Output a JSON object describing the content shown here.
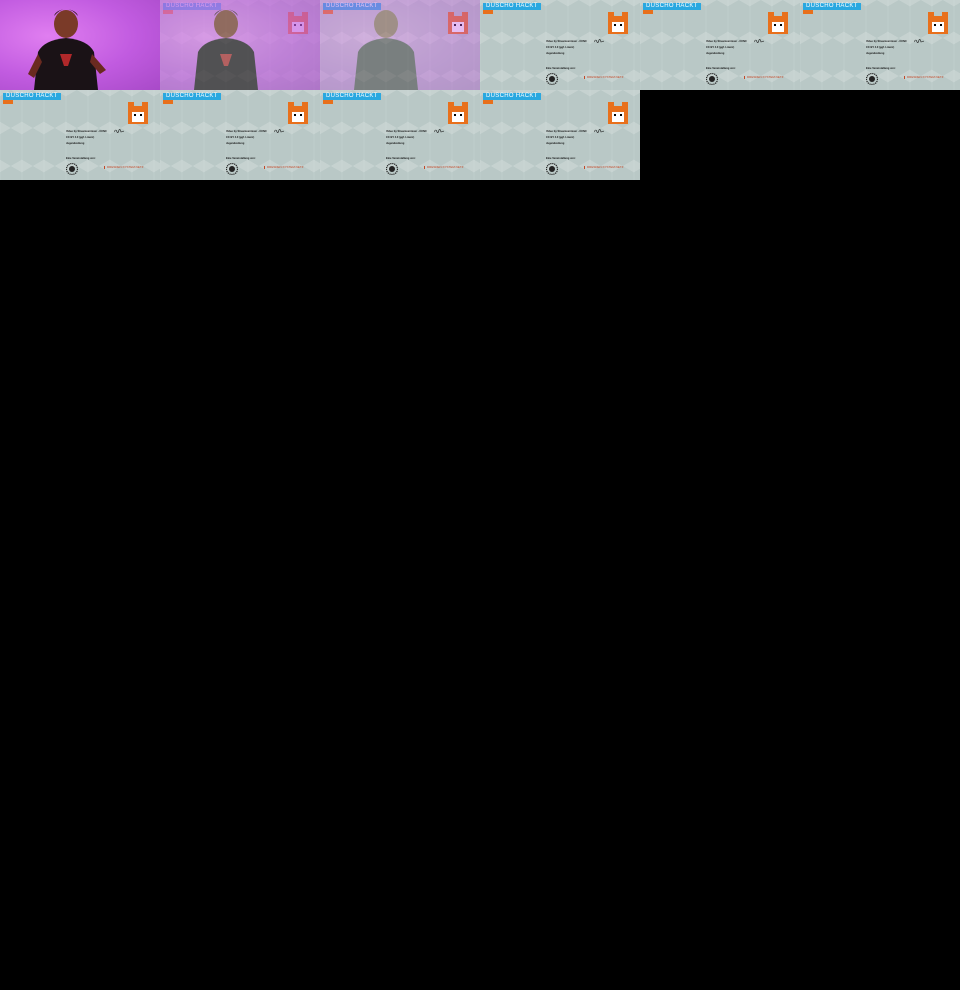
{
  "frames": [
    {
      "kind": "photo"
    },
    {
      "kind": "fade",
      "level": 0.35
    },
    {
      "kind": "fade",
      "level": 0.6
    },
    {
      "kind": "slide"
    },
    {
      "kind": "slide"
    },
    {
      "kind": "slide"
    },
    {
      "kind": "slide"
    },
    {
      "kind": "slide"
    },
    {
      "kind": "slide"
    },
    {
      "kind": "slide"
    }
  ],
  "slide": {
    "brand": "DUSCHO HACKT",
    "lines": [
      "Video by Streamvermixer - CCNC",
      "CC BY 4.0 (ggf. Lizenz)",
      "Jugendzeitung",
      "Eine Veranstaltung von:"
    ],
    "logo_b": "DRESDEN.SYSTEM.NETZ"
  },
  "colors": {
    "background": "#000000",
    "slide_bg": "#b9c8c6",
    "brand_blue": "#2aa8e0",
    "mascot_orange": "#e8701c",
    "photo_magenta": "#c15be0"
  },
  "icons": {
    "mascot": "orange-cat-mascot-icon",
    "signature": "signature-icon",
    "logo_a": "gear-seal-icon"
  }
}
